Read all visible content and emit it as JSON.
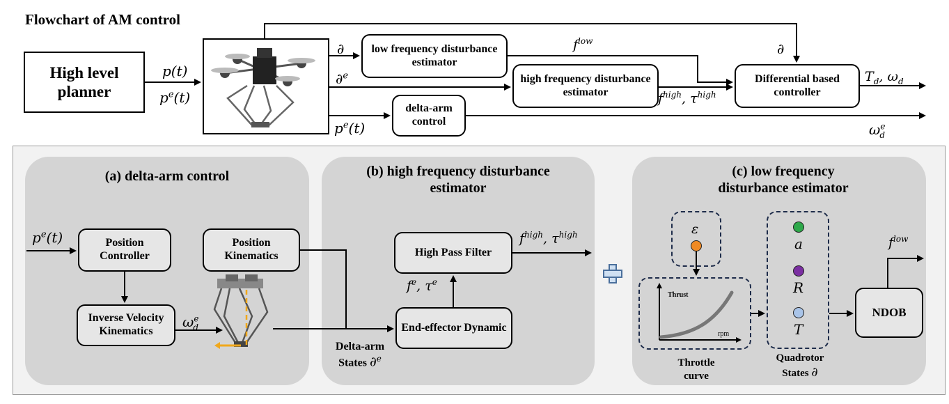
{
  "title": "Flowchart of AM control",
  "top": {
    "planner": "High level planner",
    "low_est": "low frequency disturbance estimator",
    "high_est": "high frequency disturbance estimator",
    "delta_ctrl": "delta-arm control",
    "diff_ctrl": "Differential based controller",
    "sig_p": "p(t)",
    "sig_pe": "p",
    "sig_pe_sup": "e",
    "sig_pe_tail": "(t)",
    "sig_state": "∂",
    "sig_state_e": "∂",
    "sig_state_e_sup": "e",
    "sig_pe_out": "p",
    "sig_pe_out_sup": "e",
    "sig_pe_out_tail": "(t)",
    "sig_flow": "f",
    "sig_flow_sup": "low",
    "sig_state_top": "∂",
    "sig_fhigh": "f",
    "sig_fhigh_sup": "high",
    "sig_tauhigh": ", τ",
    "sig_tauhigh_sup": "high",
    "sig_Td": "T",
    "sig_Td_sub": "d",
    "sig_wd": ", ω",
    "sig_wd_sub": "d",
    "sig_wde": "ω",
    "sig_wde_sup": "e",
    "sig_wde_sub": "d"
  },
  "panel_a": {
    "title": "(a) delta-arm control",
    "pos_ctrl": "Position Controller",
    "pos_kin": "Position Kinematics",
    "inv_vel": "Inverse Velocity Kinematics",
    "in_pe": "p",
    "in_pe_sup": "e",
    "in_pe_tail": "(t)",
    "out_w": "ω",
    "out_w_sup": "e",
    "out_w_sub": "d"
  },
  "panel_b": {
    "title": "(b) high frequency disturbance estimator",
    "hpf": "High Pass Filter",
    "ee_dyn": "End-effector Dynamic",
    "states_label": "Delta-arm States ",
    "states_sym": "∂",
    "states_sup": "e",
    "fe": "f",
    "fe_sup": "e",
    "taue": ", τ",
    "taue_sup": "e",
    "out_f": "f",
    "out_f_sup": "high",
    "out_tau": ", τ",
    "out_tau_sup": "high"
  },
  "panel_c": {
    "title": "(c) low frequency disturbance estimator",
    "eps": "ε",
    "thrust": "Thrust",
    "rpm": "rpm",
    "throttle_caption": "Throttle curve",
    "state_a": "a",
    "state_R": "R",
    "state_T": "T",
    "quad_caption": "Quadrotor States ",
    "quad_sym": "∂",
    "ndob": "NDOB",
    "out_f": "f",
    "out_f_sup": "low"
  },
  "colors": {
    "panel_bg": "#d4d4d4",
    "outer_bg": "#f2f2f2",
    "dot_a": "#2ea84a",
    "dot_R": "#7b2fa2",
    "dot_T": "#a9c4e8",
    "dot_eps": "#f08a24",
    "dashed": "#1e2c4a",
    "yellow": "#f0a81c"
  }
}
